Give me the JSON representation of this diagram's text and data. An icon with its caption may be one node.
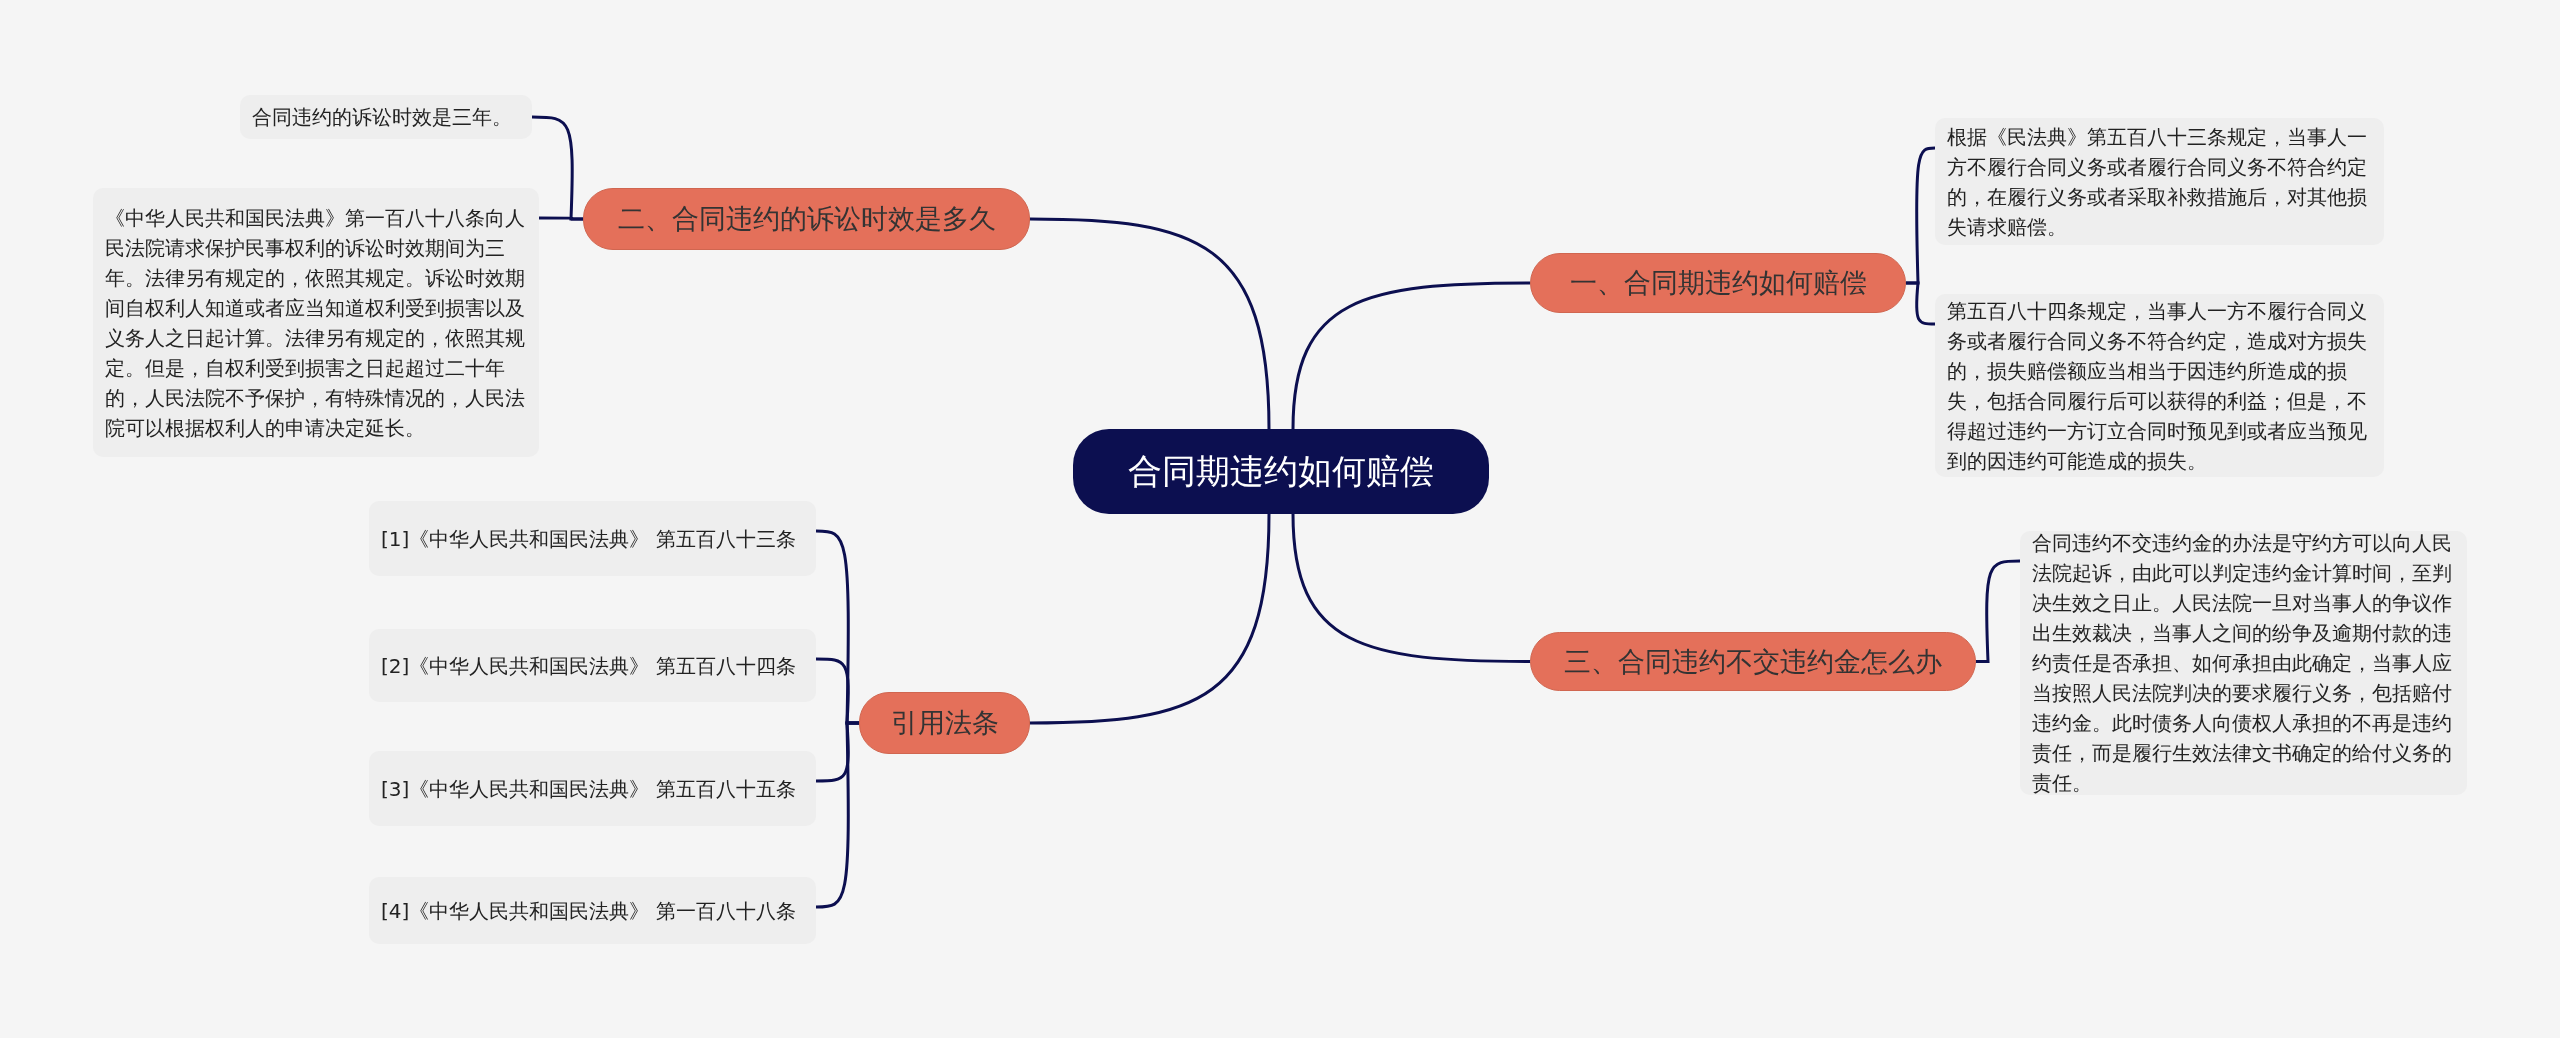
{
  "diagram": {
    "nodes": [
      {
        "text": [
          "合同期违约如何赔偿"
        ]
      },
      {
        "text": [
          "一、合同期违约如何赔偿"
        ]
      },
      {
        "text": [
          "根据《民法典》第五百八十三条规定，当事人一方不履行合同义务或者履行合同义务不符合约定的，在履行义务或者采取补救措施后，对其他损失请求赔偿。"
        ]
      },
      {
        "text": [
          "第五百八十四条规定，当事人一方不履行合同义务或者履行合同义务不符合约定，造成对方损失的，损失赔偿额应当相当于因违约所造成的损失，包括合同履行后可以获得的利益；但是，不得超过违约一方订立合同时预见到或者应当预见到的因违约可能造成的损失。"
        ]
      },
      {
        "text": [
          "二、合同违约的诉讼时效是多久"
        ]
      },
      {
        "text": [
          "合同违约的诉讼时效是三年。"
        ]
      },
      {
        "text": [
          "《中华人民共和国民法典》第一百八十八条向人民法院请求保护民事权利的诉讼时效期间为三年。法律另有规定的，依照其规定。诉讼时效期间自权利人知道或者应当知道权利受到损害以及义务人之日起计算。法律另有规定的，依照其规定。但是，自权利受到损害之日起超过二十年的，人民法院不予保护，有特殊情况的，人民法院可以根据权利人的申请决定延长。"
        ]
      },
      {
        "text": [
          "三、合同违约不交违约金怎么办"
        ]
      },
      {
        "text": [
          "合同违约不交违约金的办法是守约方可以向人民法院起诉，由此可以判定违约金计算时间，至判决生效之日止。人民法院一旦对当事人的争议作出生效裁决，当事人之间的纷争及逾期付款的违约责任是否承担、如何承担由此确定，当事人应当按照人民法院判决的要求履行义务，包括赔付违约金。此时债务人向债权人承担的不再是违约责任，而是履行生效法律文书确定的给付义务的责任。"
        ]
      },
      {
        "text": [
          "引用法条"
        ]
      },
      {
        "text": [
          "[1]《中华人民共和国民法典》 第五百八十三条"
        ]
      },
      {
        "text": [
          "[2]《中华人民共和国民法典》 第五百八十四条"
        ]
      },
      {
        "text": [
          "[3]《中华人民共和国民法典》 第五百八十五条"
        ]
      },
      {
        "text": [
          "[4]《中华人民共和国民法典》 第一百八十八条"
        ]
      }
    ],
    "edges": [
      {
        "from": 0,
        "to": 1,
        "arrow": "none"
      },
      {
        "from": 1,
        "to": 2,
        "arrow": "none"
      },
      {
        "from": 1,
        "to": 3,
        "arrow": "none"
      },
      {
        "from": 0,
        "to": 4,
        "arrow": "none"
      },
      {
        "from": 4,
        "to": 5,
        "arrow": "none"
      },
      {
        "from": 4,
        "to": 6,
        "arrow": "none"
      },
      {
        "from": 0,
        "to": 7,
        "arrow": "none"
      },
      {
        "from": 7,
        "to": 8,
        "arrow": "none"
      },
      {
        "from": 0,
        "to": 9,
        "arrow": "none"
      },
      {
        "from": 9,
        "to": 10,
        "arrow": "none"
      },
      {
        "from": 9,
        "to": 11,
        "arrow": "none"
      },
      {
        "from": 9,
        "to": 12,
        "arrow": "none"
      },
      {
        "from": 9,
        "to": 13,
        "arrow": "none"
      }
    ]
  }
}
